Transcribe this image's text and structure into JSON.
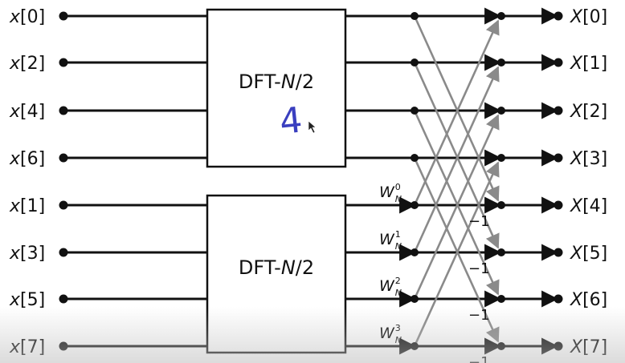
{
  "inputs": [
    "x[0]",
    "x[2]",
    "x[4]",
    "x[6]",
    "x[1]",
    "x[3]",
    "x[5]",
    "x[7]"
  ],
  "outputs": [
    "X[0]",
    "X[1]",
    "X[2]",
    "X[3]",
    "X[4]",
    "X[5]",
    "X[6]",
    "X[7]"
  ],
  "blocks": [
    {
      "label_prefix": "DFT-",
      "label_var": "N",
      "label_suffix": "/2"
    },
    {
      "label_prefix": "DFT-",
      "label_var": "N",
      "label_suffix": "/2"
    }
  ],
  "handwritten_note": "4",
  "handwritten_color": "#3a3fbf",
  "twiddles": [
    {
      "base": "W",
      "sub": "N",
      "sup": "0"
    },
    {
      "base": "W",
      "sub": "N",
      "sup": "1"
    },
    {
      "base": "W",
      "sub": "N",
      "sup": "2"
    },
    {
      "base": "W",
      "sub": "N",
      "sup": "3"
    }
  ],
  "minus_labels": [
    "−1",
    "−1",
    "−1",
    "−1"
  ],
  "colors": {
    "line": "#111111",
    "cross": "#8a8a8a"
  }
}
